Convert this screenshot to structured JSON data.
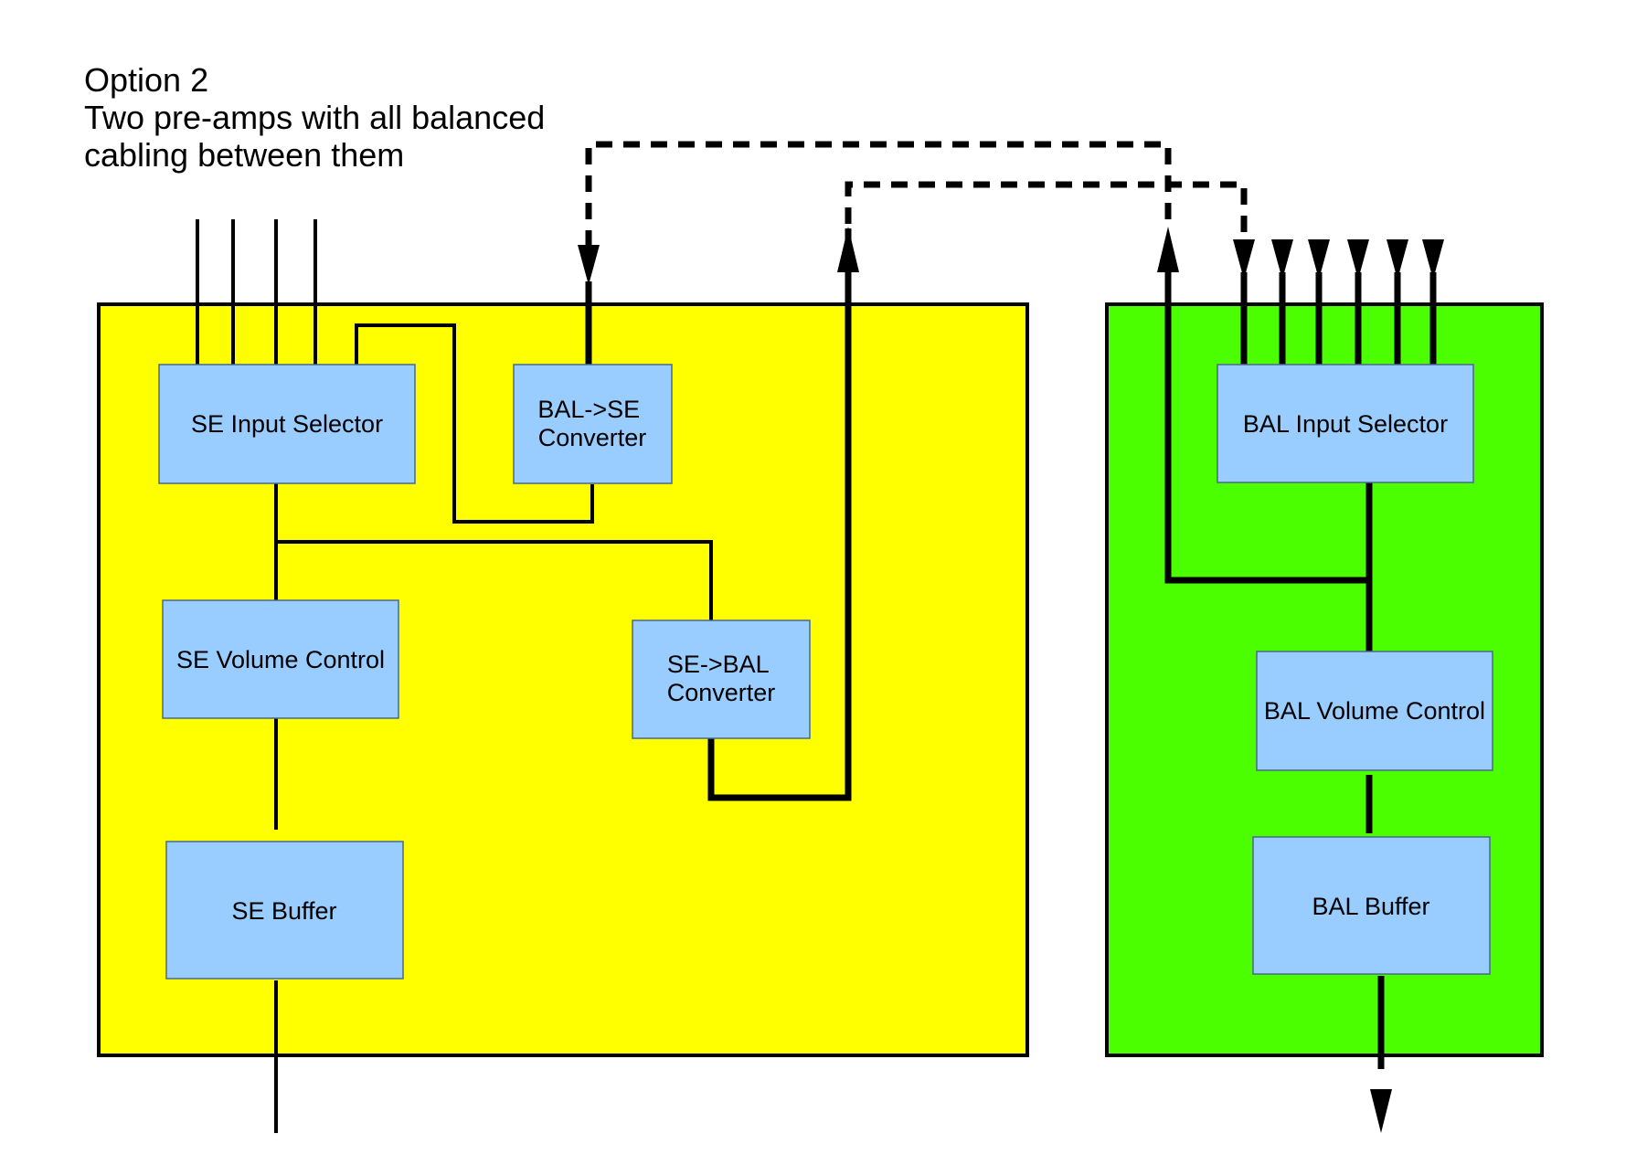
{
  "title": {
    "lines": [
      "Option 2",
      "Two pre-amps with all balanced",
      "cabling between them"
    ]
  },
  "colors": {
    "se_preamp_fill": "#ffff00",
    "bal_preamp_fill": "#4cff00",
    "block_fill": "#99ccff",
    "block_stroke": "#4a6a8a",
    "line": "#000000"
  },
  "se_preamp": {
    "input_selector": [
      "SE Input Selector"
    ],
    "bal_to_se_converter": [
      "BAL->SE",
      "Converter"
    ],
    "volume_control": [
      "SE Volume Control"
    ],
    "se_to_bal_converter": [
      "SE->BAL",
      "Converter"
    ],
    "buffer": [
      "SE Buffer"
    ]
  },
  "bal_preamp": {
    "input_selector": [
      "BAL Input Selector"
    ],
    "volume_control": [
      "BAL Volume Control"
    ],
    "buffer": [
      "BAL Buffer"
    ]
  }
}
